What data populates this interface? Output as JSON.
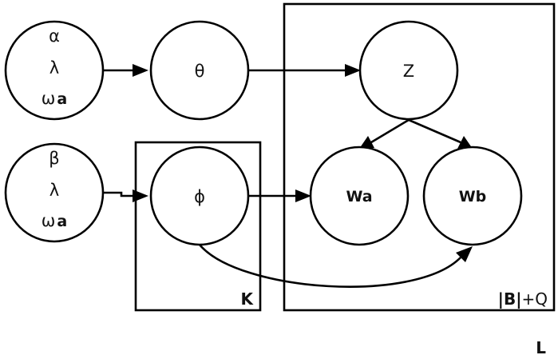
{
  "nodes": {
    "hyper_a": {
      "line1": "α",
      "line2": "λ",
      "line3_greek": "ω",
      "line3_sub": "a"
    },
    "hyper_b": {
      "line1": "β",
      "line2": "λ",
      "line3_greek": "ω",
      "line3_sub": "a"
    },
    "theta": {
      "label": "θ"
    },
    "phi": {
      "label": "ϕ"
    },
    "z": {
      "label": "Z"
    },
    "wa": {
      "label": "Wa"
    },
    "wb": {
      "label": "Wb"
    }
  },
  "plates": {
    "k": {
      "label": "K"
    },
    "bq": {
      "label_bars": "|B|",
      "label_rest": "+Q"
    },
    "l": {
      "label": "L"
    }
  }
}
